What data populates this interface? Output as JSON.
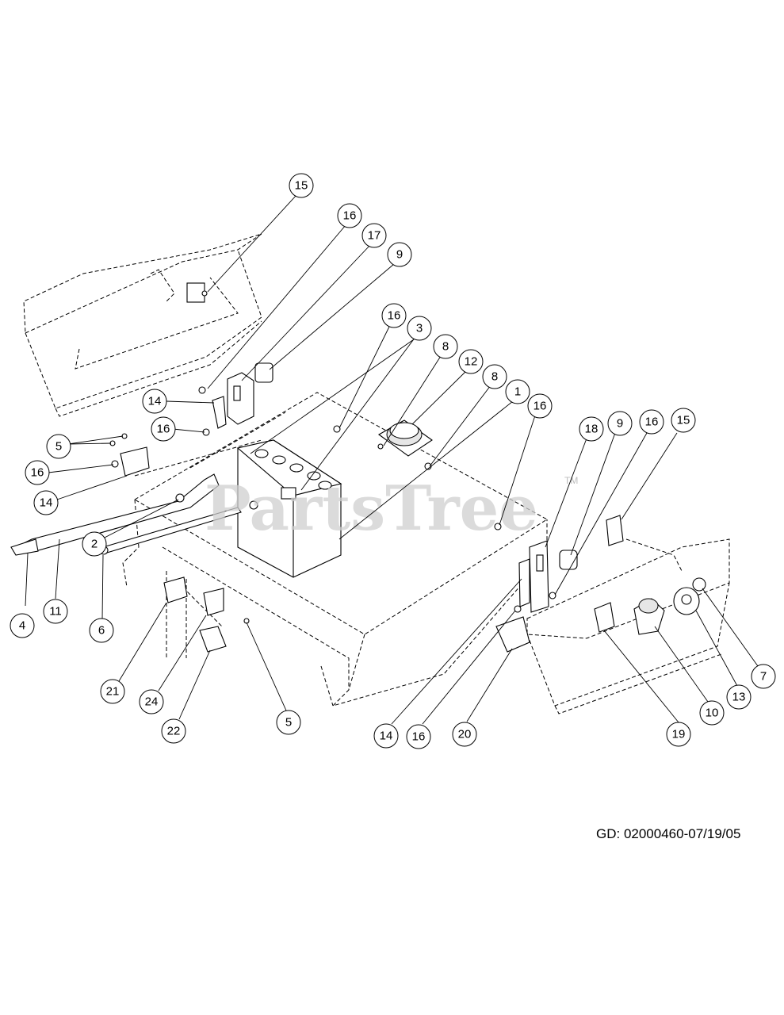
{
  "watermark": {
    "brand": "PartsTree",
    "trademark": "TM"
  },
  "reference_code": "GD: 02000460-07/19/05",
  "callouts": [
    "15",
    "16",
    "17",
    "9",
    "16",
    "3",
    "8",
    "12",
    "8",
    "1",
    "16",
    "18",
    "9",
    "16",
    "15",
    "14",
    "16",
    "5",
    "16",
    "14",
    "2",
    "4",
    "11",
    "6",
    "21",
    "24",
    "22",
    "5",
    "14",
    "16",
    "20",
    "19",
    "10",
    "13",
    "7"
  ]
}
